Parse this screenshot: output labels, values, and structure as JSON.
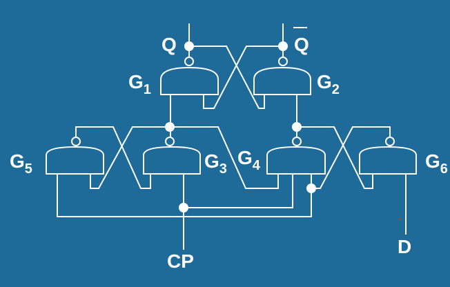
{
  "title": "Edge-triggered D flip-flop (NAND gates)",
  "gates": {
    "g1": "G",
    "g1_sub": "1",
    "g2": "G",
    "g2_sub": "2",
    "g3": "G",
    "g3_sub": "3",
    "g4": "G",
    "g4_sub": "4",
    "g5": "G",
    "g5_sub": "5",
    "g6": "G",
    "g6_sub": "6"
  },
  "signals": {
    "q": "Q",
    "q_bar": "Q",
    "cp": "CP",
    "d": "D"
  },
  "colors": {
    "background": "#1e6b9a",
    "line": "#ffffff"
  }
}
